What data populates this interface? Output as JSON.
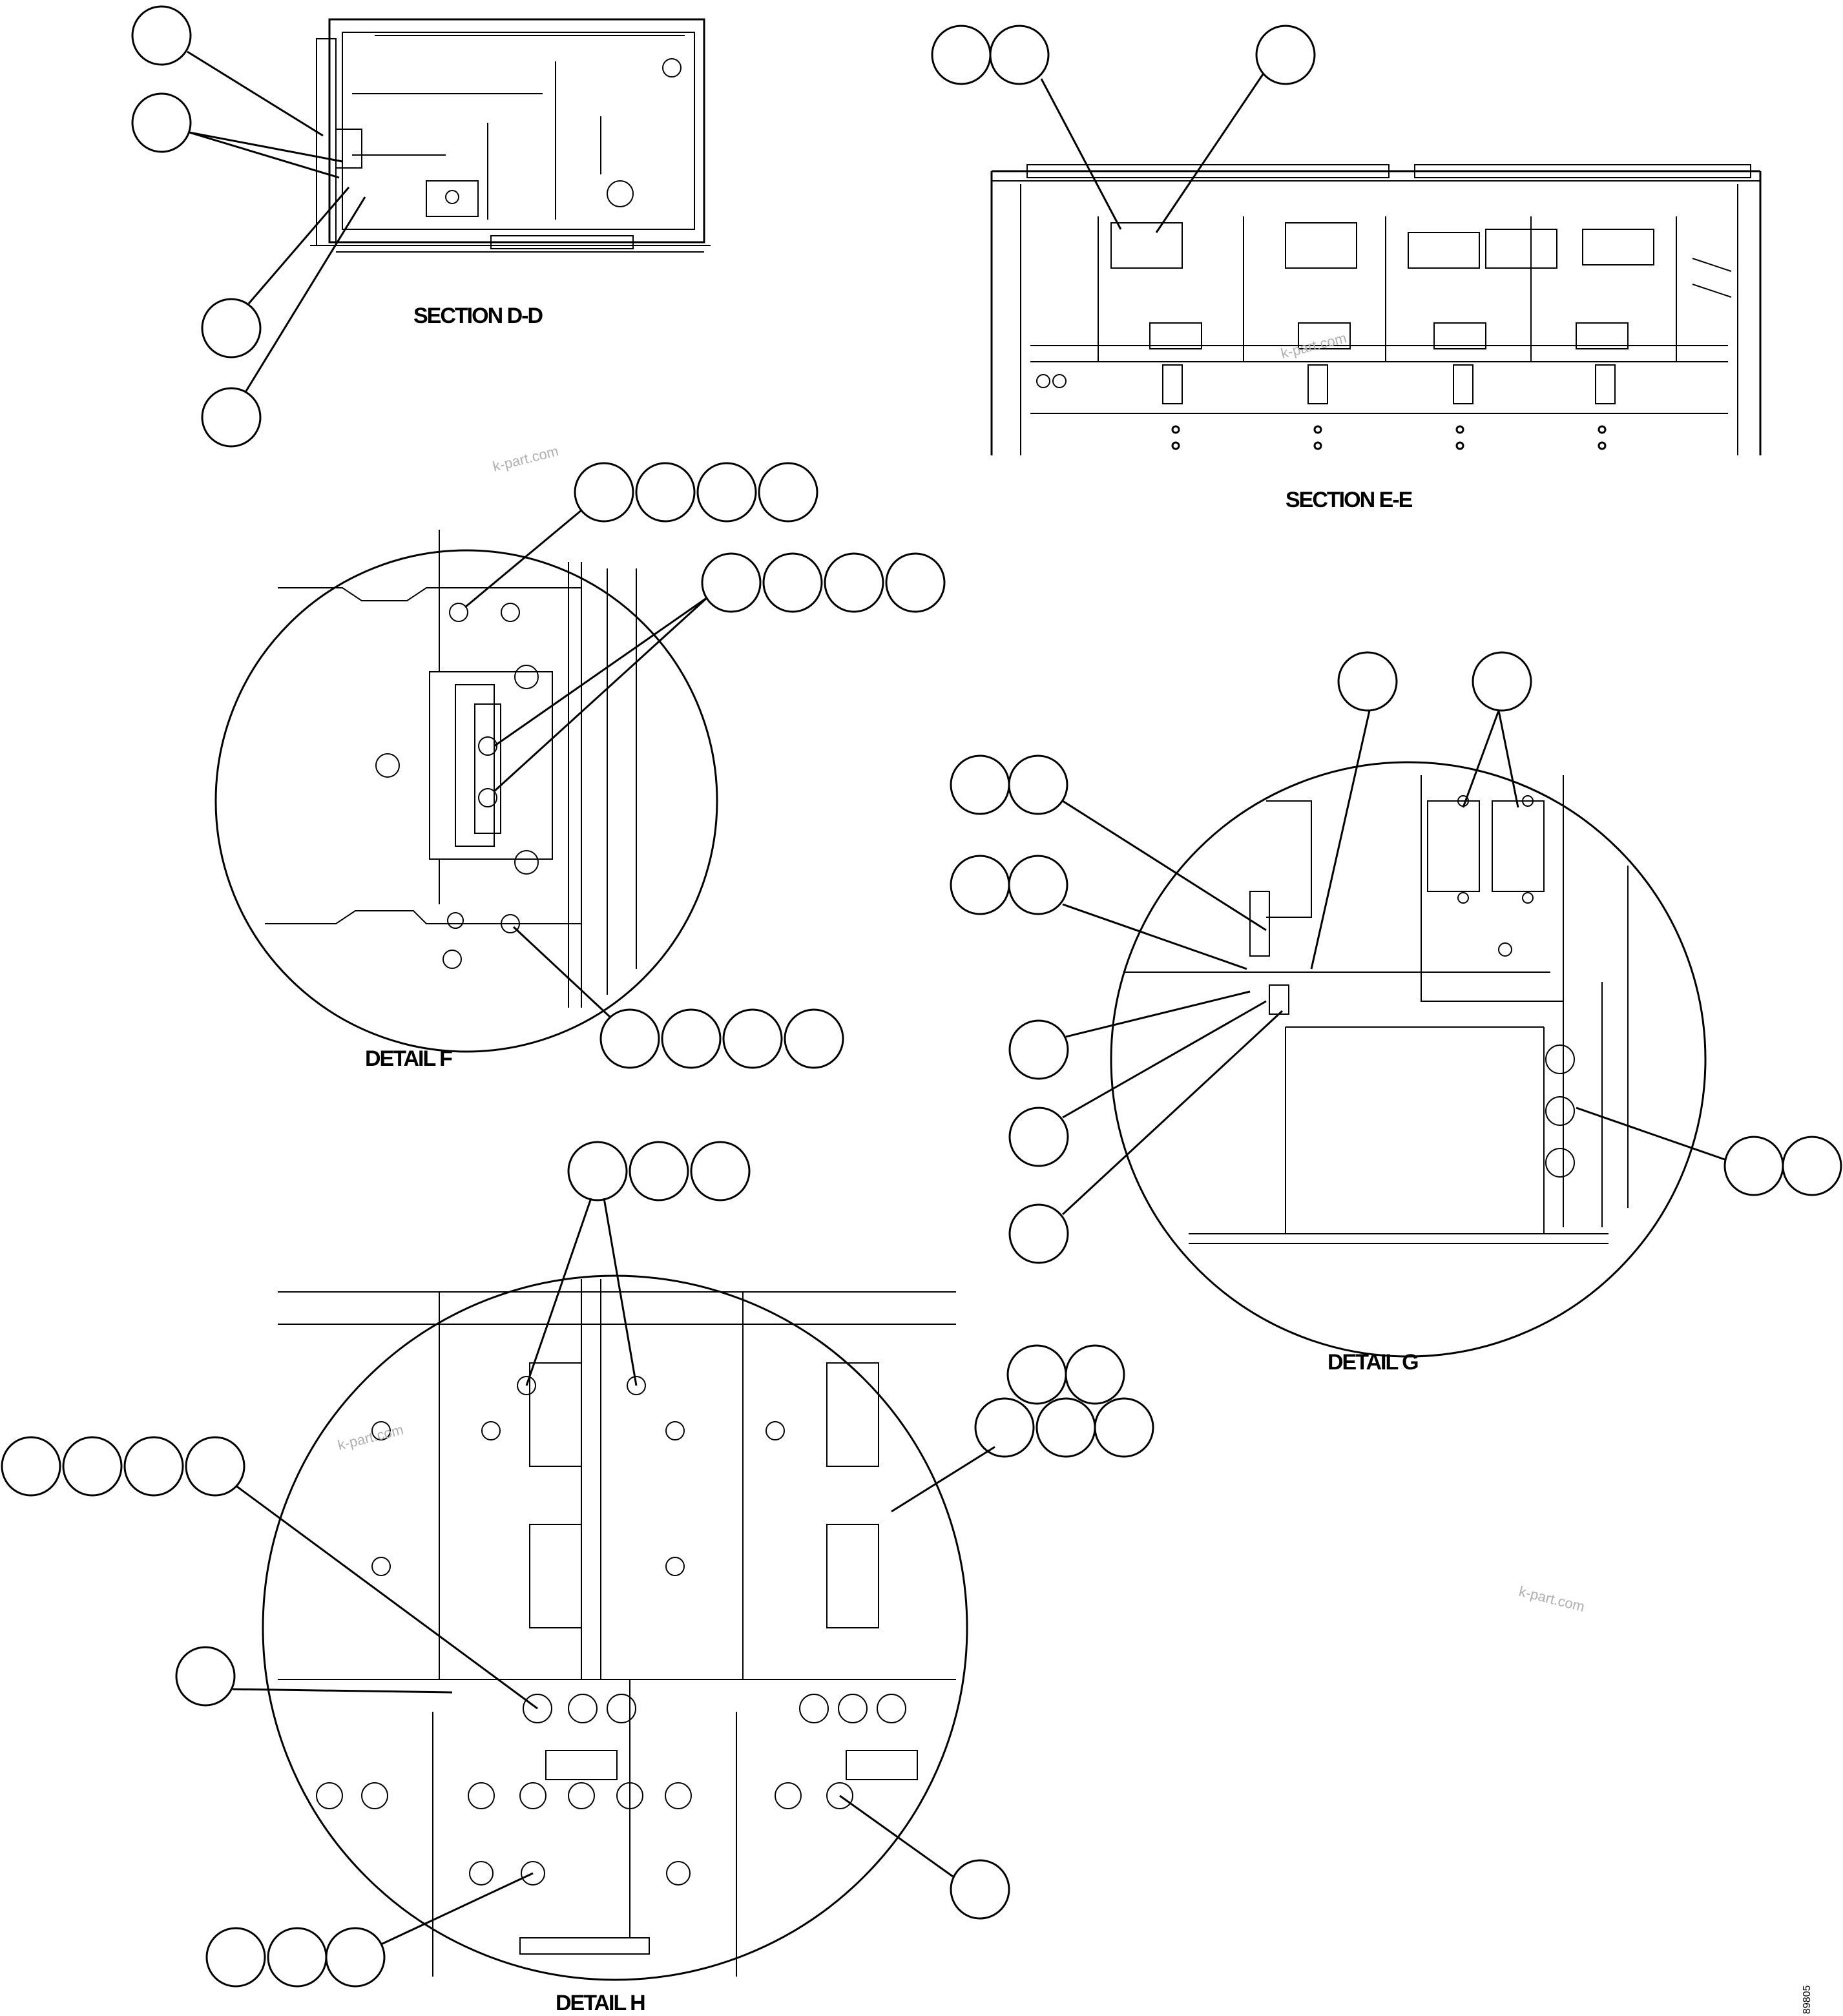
{
  "labels": {
    "section_dd": "SECTION D-D",
    "section_ee": "SECTION E-E",
    "detail_f": "DETAIL F",
    "detail_g": "DETAIL G",
    "detail_h": "DETAIL H"
  },
  "watermarks": [
    "k-part.com",
    "k-part.com",
    "k-part.com",
    "k-part.com"
  ],
  "figure_number": "89805",
  "colors": {
    "line": "#000000",
    "background": "#ffffff",
    "watermark": "#b0b0b0"
  }
}
